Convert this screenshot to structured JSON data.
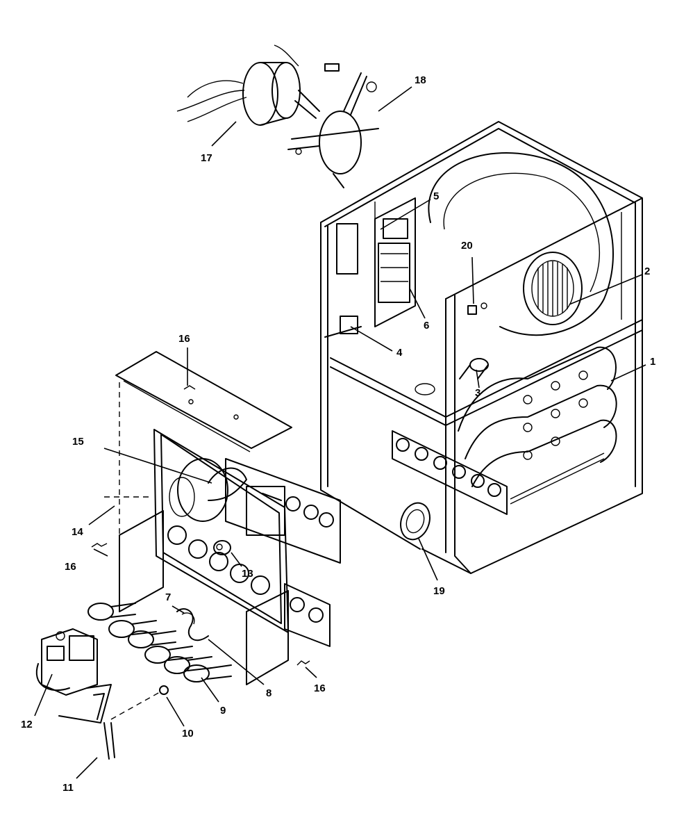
{
  "labels": {
    "l1": "1",
    "l2": "2",
    "l3": "3",
    "l4": "4",
    "l5": "5",
    "l6": "6",
    "l7": "7",
    "l8": "8",
    "l9": "9",
    "l10": "10",
    "l11": "11",
    "l12": "12",
    "l13": "13",
    "l14": "14",
    "l15": "15",
    "l16a": "16",
    "l16b": "16",
    "l16c": "16",
    "l17": "17",
    "l18": "18",
    "l19": "19",
    "l20": "20"
  }
}
